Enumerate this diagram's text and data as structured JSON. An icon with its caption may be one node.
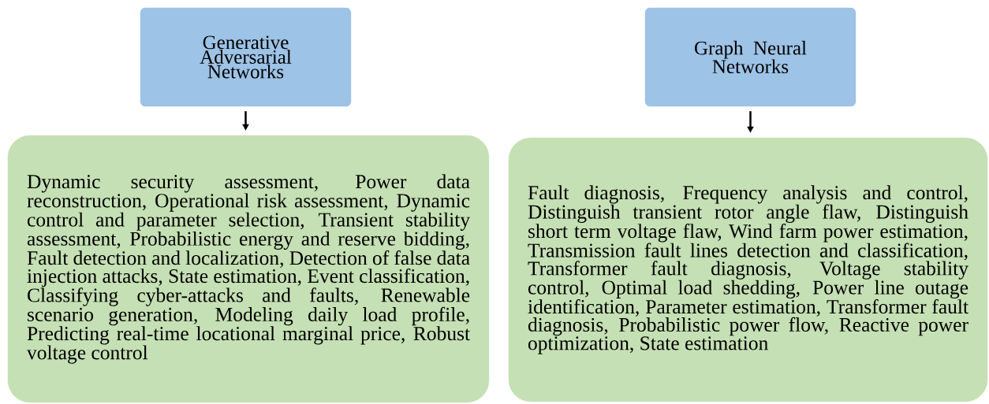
{
  "diagram": {
    "nodes": [
      {
        "text": [
          "Generative Adversarial Networks"
        ]
      },
      {
        "text": [
          "Dynamic security assessment, Power data reconstruction, Operational risk assessment, Dynamic control and parameter selection, Transient stability assessment, Probabilistic energy and reserve bidding, Fault detection and localization, Detection of false data injection attacks, State estimation, Event classification, Classifying cyber-attacks and faults, Renewable scenario generation, Modeling daily load profile, Predicting real-time locational marginal price, Robust voltage control"
        ]
      },
      {
        "text": [
          "Graph Neural Networks"
        ]
      },
      {
        "text": [
          "Fault diagnosis, Frequency analysis and control, Distinguish transient rotor angle flaw, Distinguish short term voltage flaw, Wind farm power estimation, Transmission fault lines detection and classification, Transformer fault diagnosis, Voltage stability control, Optimal load shedding, Power line outage identification, Parameter estimation, Transformer fault diagnosis, Probabilistic power flow, Reactive power optimization, State estimation"
        ]
      }
    ],
    "edges": [
      {
        "from": 0,
        "to": 1,
        "arrow": "to"
      },
      {
        "from": 2,
        "to": 3,
        "arrow": "to"
      }
    ]
  }
}
